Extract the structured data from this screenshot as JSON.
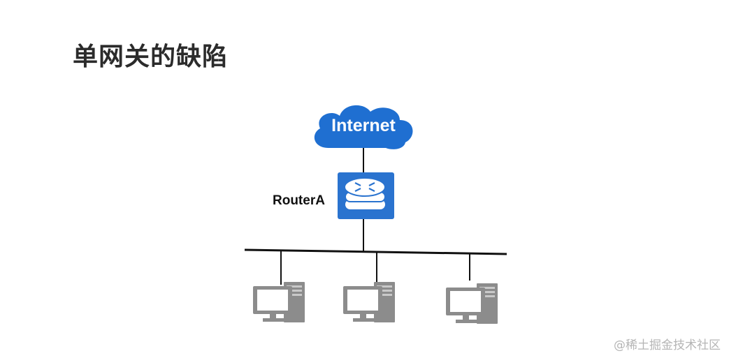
{
  "slide": {
    "title": "单网关的缺陷"
  },
  "diagram": {
    "cloud_label": "Internet",
    "router_label": "RouterA",
    "hosts": [
      {
        "icon": "pc-icon"
      },
      {
        "icon": "pc-icon"
      },
      {
        "icon": "pc-icon"
      }
    ]
  },
  "colors": {
    "cloud": "#1f6fd1",
    "router": "#2a73cf",
    "pc": "#8c8c8c",
    "line": "#111111"
  },
  "watermark": "@稀土掘金技术社区"
}
